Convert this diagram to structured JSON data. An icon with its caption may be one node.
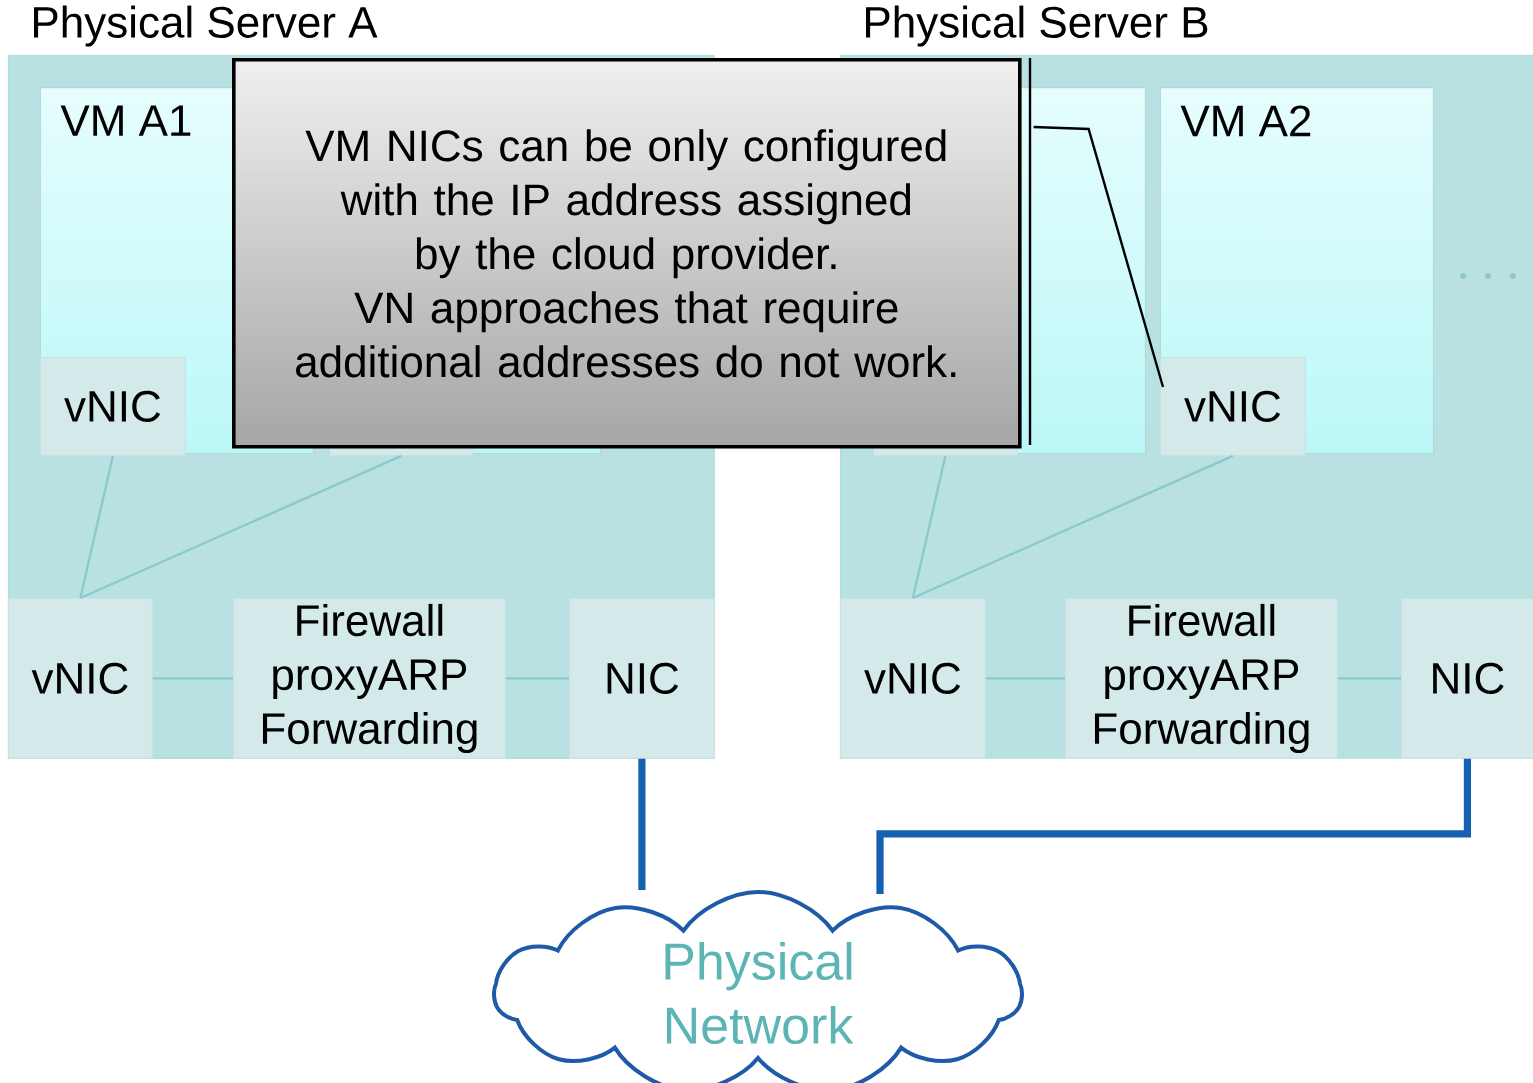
{
  "diagram": {
    "nodes": [
      {
        "text": [
          "Physical Server A"
        ]
      },
      {
        "text": [
          "VM A1"
        ],
        "in": 0
      },
      {
        "text": [],
        "shape": "box"
      },
      {
        "text": [
          "vNIC"
        ],
        "in": 1
      },
      {
        "text": [],
        "shape": "box",
        "in": 2
      },
      {
        "text": [
          "vNIC"
        ],
        "in": 0
      },
      {
        "text": [
          "Firewall proxyARP Forwarding"
        ],
        "in": 0
      },
      {
        "text": [
          "NIC"
        ],
        "in": 0
      },
      {
        "text": [
          "Physical Server B"
        ]
      },
      {
        "text": [],
        "shape": "box",
        "in": 8
      },
      {
        "text": [],
        "shape": "box",
        "in": 9
      },
      {
        "text": [
          "VM A2"
        ],
        "in": 8
      },
      {
        "text": [
          "vNIC"
        ],
        "in": 11
      },
      {
        "text": [
          "vNIC"
        ],
        "in": 8
      },
      {
        "text": [
          "Firewall proxyARP Forwarding"
        ],
        "in": 8
      },
      {
        "text": [
          "NIC"
        ],
        "in": 8
      },
      {
        "text": [
          "Physical Network"
        ]
      },
      {
        "text": [
          "VM NICs can be only configured with the IP address assigned by the cloud provider.",
          "VN approaches  that require additional addresses do not work."
        ]
      }
    ],
    "edges": [
      {
        "from": 3,
        "to": 5,
        "arrow": "none"
      },
      {
        "from": 4,
        "to": 5,
        "arrow": "none"
      },
      {
        "from": 5,
        "to": 6,
        "arrow": "none"
      },
      {
        "from": 6,
        "to": 7,
        "arrow": "none"
      },
      {
        "from": 7,
        "to": 16,
        "arrow": "none",
        "style": "thick",
        "color": "#1560b0"
      },
      {
        "from": 10,
        "to": 13,
        "arrow": "none"
      },
      {
        "from": 12,
        "to": 13,
        "arrow": "none"
      },
      {
        "from": 13,
        "to": 14,
        "arrow": "none"
      },
      {
        "from": 14,
        "to": 15,
        "arrow": "none"
      },
      {
        "from": 15,
        "to": 16,
        "arrow": "none",
        "style": "thick",
        "color": "#1560b0"
      },
      {
        "from": 17,
        "to": 12,
        "arrow": "none",
        "color": "#000000"
      }
    ]
  }
}
